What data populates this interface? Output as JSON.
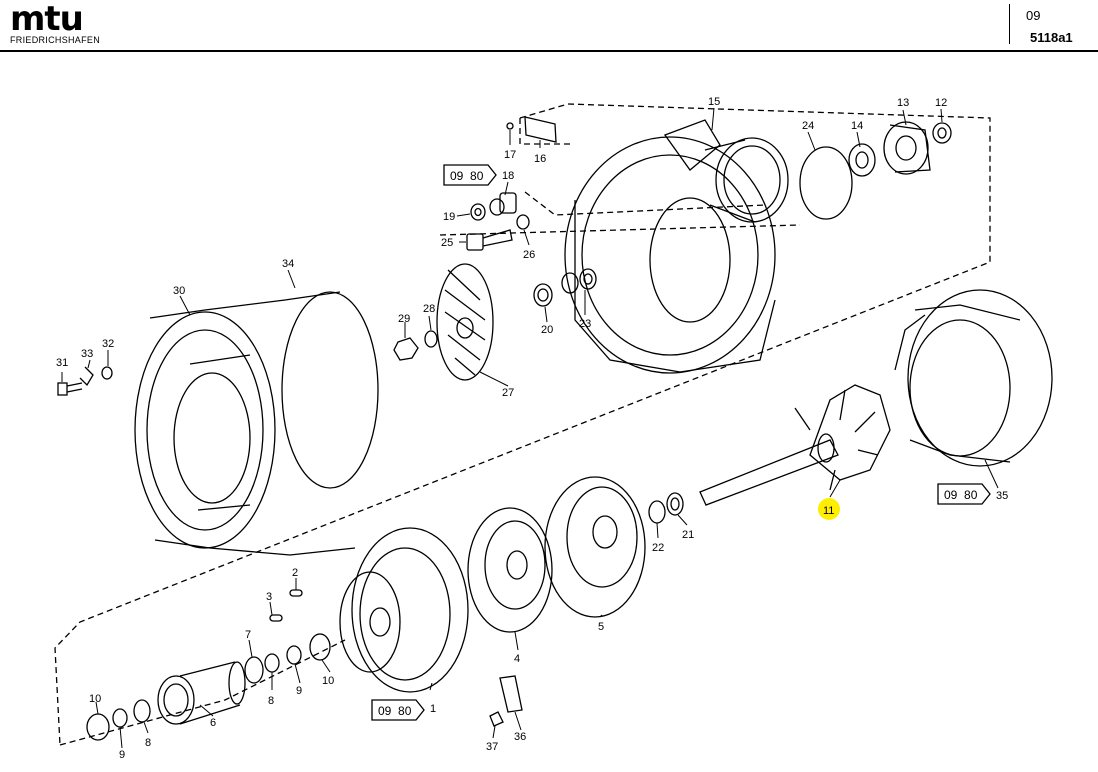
{
  "header": {
    "brand": "mtu",
    "brand_sub": "FRIEDRICHSHAFEN",
    "group": "09",
    "drawing_no": "5118a1"
  },
  "callouts": [
    {
      "label": "1",
      "highlight": false
    },
    {
      "label": "2",
      "highlight": false
    },
    {
      "label": "3",
      "highlight": false
    },
    {
      "label": "4",
      "highlight": false
    },
    {
      "label": "5",
      "highlight": false
    },
    {
      "label": "6",
      "highlight": false
    },
    {
      "label": "7",
      "highlight": false
    },
    {
      "label": "8",
      "highlight": false
    },
    {
      "label": "8",
      "highlight": false
    },
    {
      "label": "9",
      "highlight": false
    },
    {
      "label": "9",
      "highlight": false
    },
    {
      "label": "10",
      "highlight": false
    },
    {
      "label": "10",
      "highlight": false
    },
    {
      "label": "11",
      "highlight": true
    },
    {
      "label": "12",
      "highlight": false
    },
    {
      "label": "13",
      "highlight": false
    },
    {
      "label": "14",
      "highlight": false
    },
    {
      "label": "15",
      "highlight": false
    },
    {
      "label": "16",
      "highlight": false
    },
    {
      "label": "17",
      "highlight": false
    },
    {
      "label": "18",
      "highlight": false
    },
    {
      "label": "19",
      "highlight": false
    },
    {
      "label": "20",
      "highlight": false
    },
    {
      "label": "21",
      "highlight": false
    },
    {
      "label": "22",
      "highlight": false
    },
    {
      "label": "23",
      "highlight": false
    },
    {
      "label": "24",
      "highlight": false
    },
    {
      "label": "25",
      "highlight": false
    },
    {
      "label": "26",
      "highlight": false
    },
    {
      "label": "27",
      "highlight": false
    },
    {
      "label": "28",
      "highlight": false
    },
    {
      "label": "29",
      "highlight": false
    },
    {
      "label": "30",
      "highlight": false
    },
    {
      "label": "31",
      "highlight": false
    },
    {
      "label": "32",
      "highlight": false
    },
    {
      "label": "33",
      "highlight": false
    },
    {
      "label": "34",
      "highlight": false
    },
    {
      "label": "35",
      "highlight": false
    },
    {
      "label": "36",
      "highlight": false
    },
    {
      "label": "37",
      "highlight": false
    }
  ],
  "references": [
    {
      "text": "09  80"
    },
    {
      "text": "09  80"
    },
    {
      "text": "09  80"
    }
  ],
  "colors": {
    "highlight": "#ffee00",
    "line": "#000000"
  }
}
